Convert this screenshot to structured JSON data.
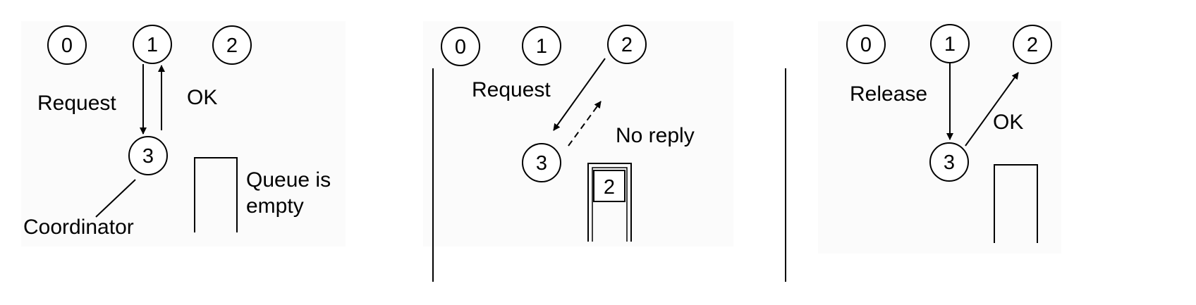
{
  "panels": [
    {
      "nodes": [
        "0",
        "1",
        "2",
        "3"
      ],
      "labels": {
        "request": "Request",
        "ok": "OK",
        "queue": [
          "Queue is",
          "empty"
        ],
        "coordinator": "Coordinator"
      }
    },
    {
      "nodes": [
        "0",
        "1",
        "2",
        "3"
      ],
      "labels": {
        "request": "Request",
        "no_reply": "No reply"
      },
      "queue_items": [
        "2"
      ]
    },
    {
      "nodes": [
        "0",
        "1",
        "2",
        "3"
      ],
      "labels": {
        "release": "Release",
        "ok": "OK"
      }
    }
  ]
}
